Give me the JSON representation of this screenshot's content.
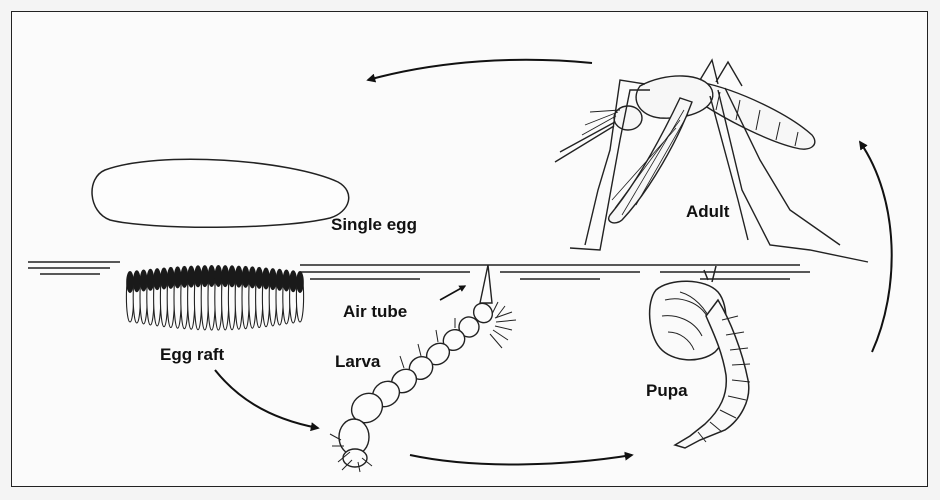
{
  "labels": {
    "single_egg": "Single egg",
    "adult": "Adult",
    "air_tube": "Air tube",
    "egg_raft": "Egg raft",
    "larva": "Larva",
    "pupa": "Pupa"
  },
  "stages": [
    "single-egg",
    "egg-raft",
    "larva",
    "pupa",
    "adult"
  ],
  "colors": {
    "ink": "#111111",
    "paper": "#fbfbfb",
    "frame": "#222222"
  }
}
